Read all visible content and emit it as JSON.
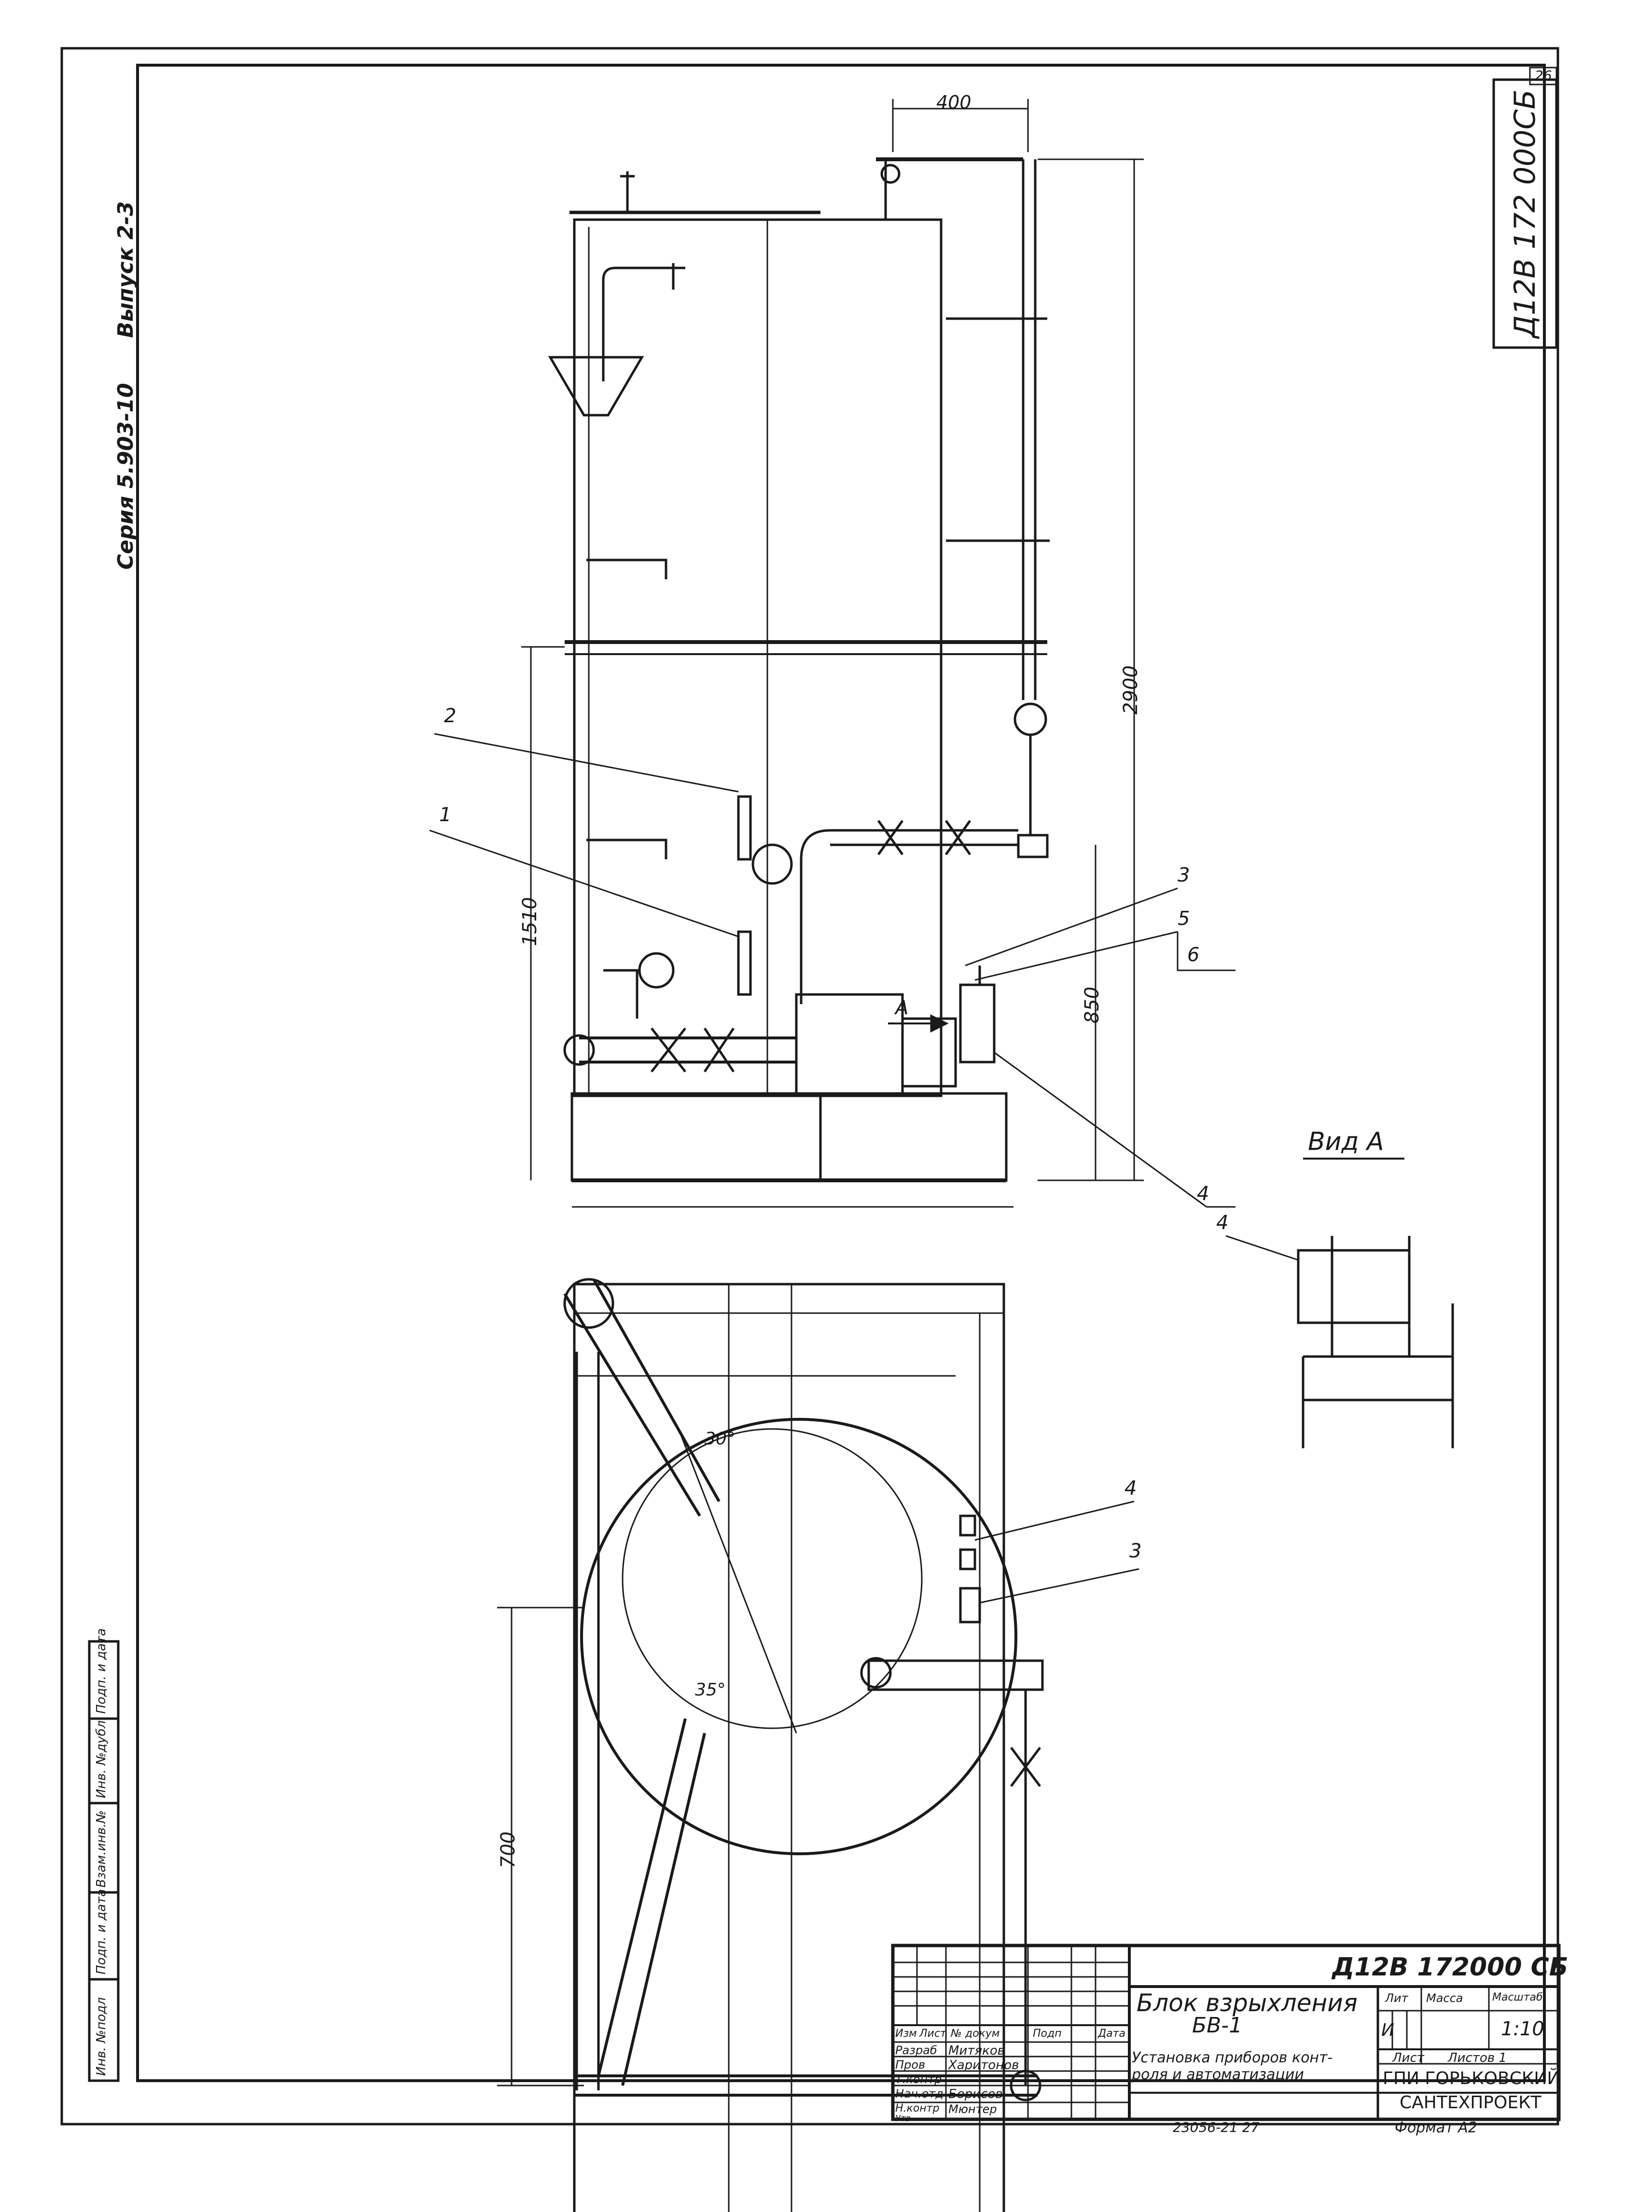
{
  "sheet_number": "26",
  "side_code": "Д12В 172 000СБ",
  "series": "Серия 5.903-10",
  "issue": "Выпуск 2-3",
  "dims": {
    "d400": "400",
    "d2900": "2900",
    "d1510": "1510",
    "d850": "850",
    "d700": "700",
    "ang30": "30°",
    "ang35": "35°"
  },
  "callouts": {
    "c1": "1",
    "c2": "2",
    "c3a": "3",
    "c5": "5",
    "c6": "6",
    "c4": "4",
    "c4b": "4",
    "c3b": "3"
  },
  "view_arrow": "А",
  "view_a_title": "Вид А",
  "left_strip": [
    "Инв. №подл",
    "Подп. и дата",
    "Взам.инв.№",
    "Инв. №дубл.",
    "Подп. и дата"
  ],
  "title_block": {
    "doc_code": "Д12В 172000 СБ",
    "header_cols": [
      "Изм",
      "Лист",
      "№ докум",
      "Подп",
      "Дата"
    ],
    "rows": [
      {
        "role": "Разраб",
        "name": "Митяков"
      },
      {
        "role": "Пров",
        "name": "Харитонов"
      },
      {
        "role": "Т.контр",
        "name": ""
      },
      {
        "role": "Нач.отд",
        "name": "Борисов"
      },
      {
        "role": "Н.контр",
        "name": "Мюнтер"
      },
      {
        "role": "Утв",
        "name": ""
      }
    ],
    "title_line1": "Блок взрыхления",
    "title_line2": "БВ-1",
    "subtitle_line1": "Установка приборов конт-",
    "subtitle_line2": "роля и автоматизации",
    "lit_label": "Лит",
    "mass_label": "Масса",
    "scale_label": "Масштаб",
    "lit_value": "И",
    "scale_value": "1:10",
    "sheet_label": "Лист",
    "sheets_label": "Листов 1",
    "org_line1": "ГПИ ГОРЬКОВСКИЙ",
    "org_line2": "САНТЕХПРОЕКТ"
  },
  "footer_inv": "23056-21   27",
  "format": "Формат А2"
}
